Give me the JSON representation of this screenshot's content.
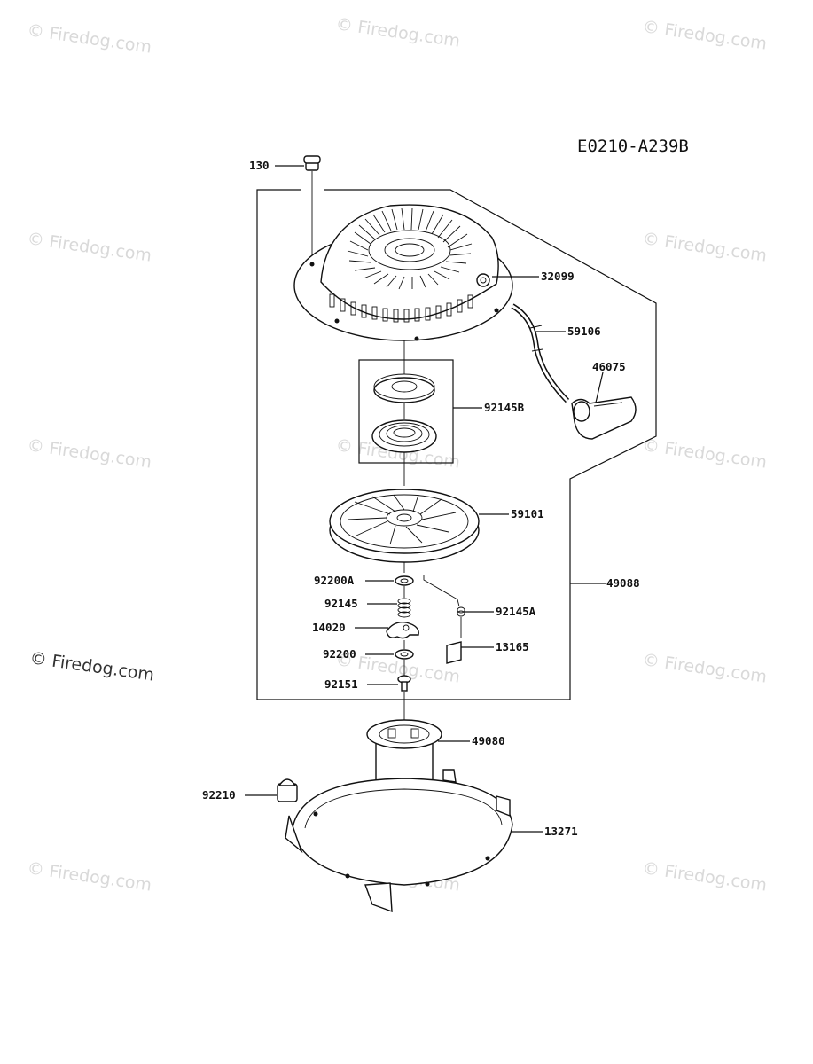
{
  "diagram": {
    "code": "E0210-A239B",
    "watermark_text": "© Firedog.com",
    "parts": {
      "p130": "130",
      "p32099": "32099",
      "p59106": "59106",
      "p46075": "46075",
      "p92145B": "92145B",
      "p59101": "59101",
      "p49088": "49088",
      "p92200A": "92200A",
      "p92145": "92145",
      "p92145A": "92145A",
      "p14020": "14020",
      "p13165": "13165",
      "p92200": "92200",
      "p92151": "92151",
      "p49080": "49080",
      "p92210": "92210",
      "p13271": "13271"
    }
  }
}
